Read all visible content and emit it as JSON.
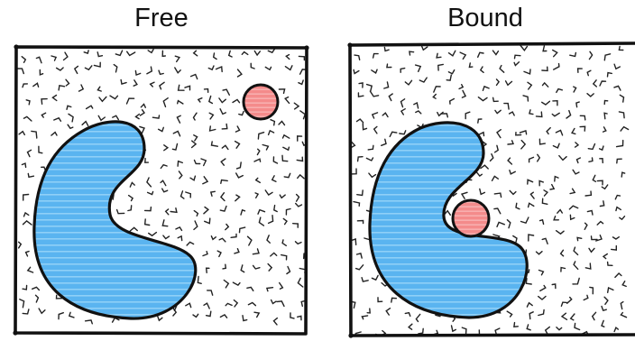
{
  "panels": {
    "free": {
      "title": "Free"
    },
    "bound": {
      "title": "Bound"
    }
  },
  "colors": {
    "receptor_fill": "#5ab4f0",
    "receptor_stripe": "#8fd0f7",
    "ligand_fill": "#f48b8b",
    "ligand_stripe": "#f9b7b7",
    "outline": "#111111",
    "solvent_mark": "#222222",
    "background": "#ffffff"
  },
  "elements": {
    "box": "square-frame",
    "receptor": "c-shaped-receptor",
    "ligand": "round-ligand",
    "solvent": "solvent-squiggles"
  }
}
